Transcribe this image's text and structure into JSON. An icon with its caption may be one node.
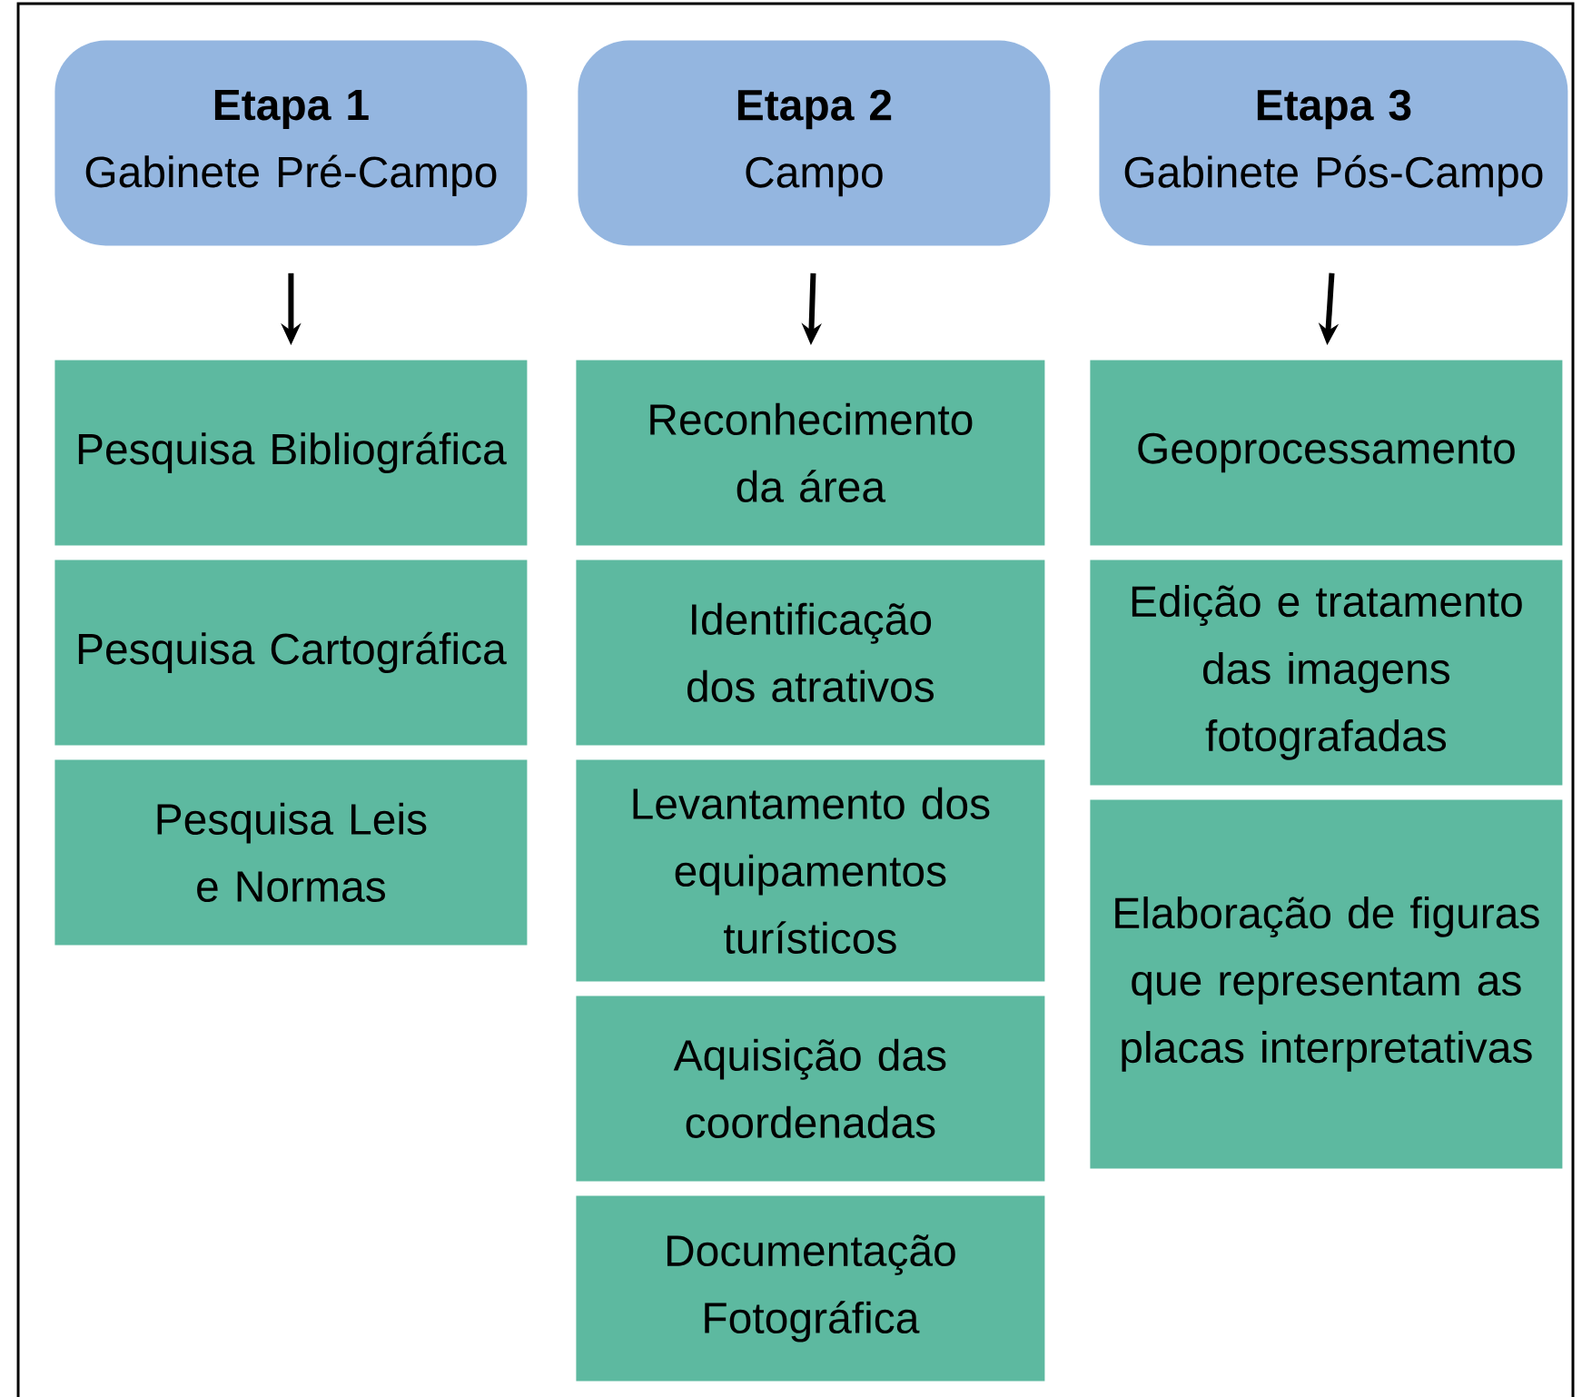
{
  "diagram": {
    "nodes": [
      {
        "text": [
          "Etapa 1",
          "Gabinete Pré-Campo"
        ]
      },
      {
        "text": [
          "Pesquisa Bibliográfica"
        ]
      },
      {
        "text": [
          "Pesquisa Cartográfica"
        ]
      },
      {
        "text": [
          "Pesquisa Leis e Normas"
        ]
      },
      {
        "text": [
          "Etapa 2",
          "Campo"
        ]
      },
      {
        "text": [
          "Reconhecimento da área"
        ]
      },
      {
        "text": [
          "Identificação dos atrativos"
        ]
      },
      {
        "text": [
          "Levantamento dos equipamentos turísticos"
        ]
      },
      {
        "text": [
          "Aquisição das coordenadas"
        ]
      },
      {
        "text": [
          "Documentação Fotográfica"
        ]
      },
      {
        "text": [
          "Etapa 3",
          "Gabinete Pós-Campo"
        ]
      },
      {
        "text": [
          "Geoprocessamento"
        ]
      },
      {
        "text": [
          "Edição e tratamento das imagens fotografadas"
        ]
      },
      {
        "text": [
          "Elaboração de figuras que representam as placas interpretativas"
        ]
      }
    ],
    "edges": [
      {
        "from": 0,
        "to": 1,
        "arrow": "to"
      },
      {
        "from": 4,
        "to": 5,
        "arrow": "to"
      },
      {
        "from": 10,
        "to": 11,
        "arrow": "to"
      }
    ]
  }
}
